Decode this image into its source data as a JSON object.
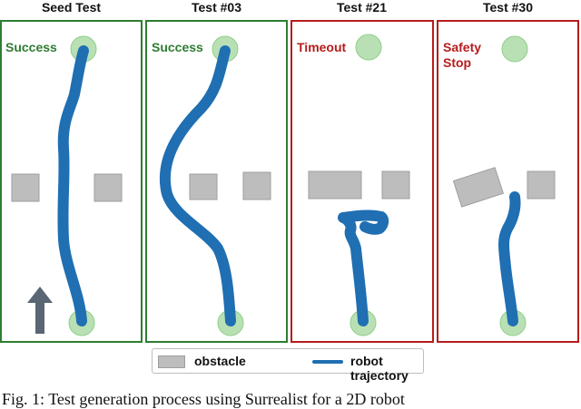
{
  "panels": [
    {
      "title": "Seed Test",
      "status_lines": [
        "Success"
      ],
      "outcome": "success"
    },
    {
      "title": "Test #03",
      "status_lines": [
        "Success"
      ],
      "outcome": "success"
    },
    {
      "title": "Test #21",
      "status_lines": [
        "Timeout"
      ],
      "outcome": "failure"
    },
    {
      "title": "Test #30",
      "status_lines": [
        "Safety",
        "Stop"
      ],
      "outcome": "failure"
    }
  ],
  "legend": {
    "obstacle": "obstacle",
    "trajectory": "robot trajectory"
  },
  "caption": "Fig. 1: Test generation process using Surrealist for a 2D robot",
  "colors": {
    "success": "#2e7d32",
    "failure": "#b71c1c",
    "trajectory": "#1f6fb2",
    "goal_circle": "#b9e0b4",
    "obstacle": "#bdbdbd",
    "start_arrow": "#5a6673"
  },
  "icons": [
    "start-direction-arrow-icon",
    "goal-circle-icon",
    "start-circle-icon"
  ]
}
